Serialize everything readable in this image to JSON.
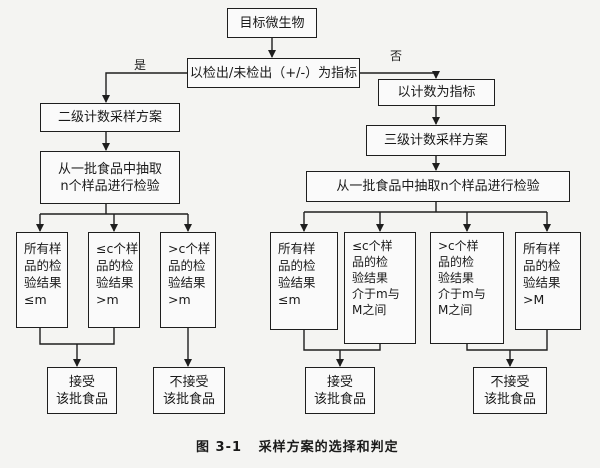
{
  "root": "目标微生物",
  "decision": "以检出/未检出（+/-）为指标",
  "yes_label": "是",
  "no_label": "否",
  "left": {
    "plan": "二级计数采样方案",
    "sample": [
      "从一批食品中抽取",
      "n个样品进行检验"
    ],
    "conditions": [
      [
        "所有样",
        "品的检",
        "验结果",
        "≤m"
      ],
      [
        "≤c个样",
        "品的检",
        "验结果",
        ">m"
      ],
      [
        ">c个样",
        "品的检",
        "验结果",
        ">m"
      ]
    ],
    "accept": [
      "接受",
      "该批食品"
    ],
    "reject": [
      "不接受",
      "该批食品"
    ]
  },
  "right": {
    "count_indicator": "以计数为指标",
    "plan": "三级计数采样方案",
    "sample": "从一批食品中抽取n个样品进行检验",
    "conditions": [
      [
        "所有样",
        "品的检",
        "验结果",
        "≤m"
      ],
      [
        "≤c个样",
        "品的检",
        "验结果",
        "介于m与",
        "M之间"
      ],
      [
        ">c个样",
        "品的检",
        "验结果",
        "介于m与",
        "M之间"
      ],
      [
        "所有样",
        "品的检",
        "验结果",
        ">M"
      ]
    ],
    "accept": [
      "接受",
      "该批食品"
    ],
    "reject": [
      "不接受",
      "该批食品"
    ]
  },
  "caption": "图 3-1   采样方案的选择和判定"
}
